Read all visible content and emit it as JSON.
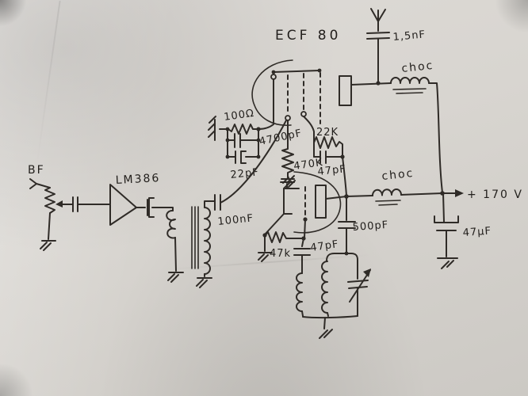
{
  "title": "ECF 80",
  "labels": {
    "antenna_cap": "1,5nF",
    "choke_top": "choc",
    "choke_mid": "choc",
    "supply_rail": "+ 170 V",
    "supply_bypass_cap": "47µF",
    "pentode_cathode_resistor": "100Ω",
    "pentode_cathode_cap1": "4700pF",
    "pentode_cathode_cap2": "22pF",
    "pentode_grid_resistor": "470K",
    "screen_resistor": "22K",
    "screen_bypass_cap": "47pF",
    "plate_coupling_cap": "500pF",
    "audio_input": "BF",
    "audio_amp": "LM386",
    "coupling_cap": "100nF",
    "triode_grid_resistor": "47k",
    "triode_grid_cap": "47pF"
  },
  "colors": {
    "ink": "#2f2b27",
    "paper": "#d8d5d0"
  }
}
